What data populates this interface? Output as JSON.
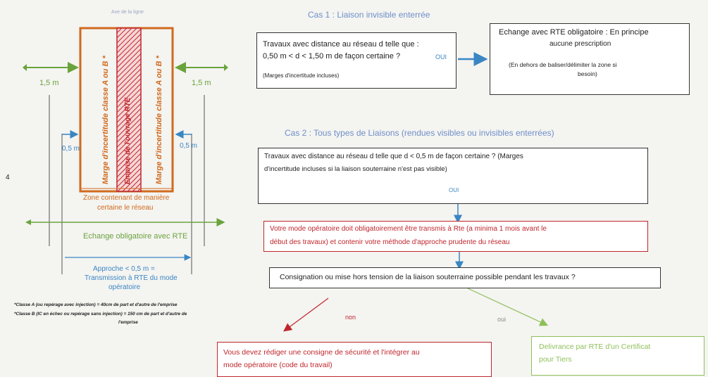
{
  "left_diagram": {
    "top_caption": "Axe de la ligne",
    "dist_1_5_left": "1,5 m",
    "dist_1_5_right": "1,5 m",
    "dist_0_5_left": "0,5 m",
    "dist_0_5_right": "0,5 m",
    "band_left": "Marge d'incertitude classe A ou B *",
    "band_center": "Emprise de l'ouvrage RTE",
    "band_right": "Marge d'incertitude classe A ou B *",
    "zone_label_line1": "Zone contenant de manière",
    "zone_label_line2": "certaine le réseau",
    "echange_label": "Echange obligatoire avec RTE",
    "approche_line1": "Approche < 0,5 m =",
    "approche_line2": "Transmission à RTE du mode",
    "approche_line3": "opératoire",
    "note_a": "*Classe A (ou repérage avec injection) = 40cm de part et d'autre de l'emprise",
    "note_b_line1": "*Classe B (IC en échec ou repérage sans injection) = 150 cm de part et d'autre de",
    "note_b_line2": "l'emprise",
    "side_number": "4"
  },
  "cas1": {
    "title": "Cas 1 : Liaison invisible enterrée",
    "q_line1": "Travaux avec distance au réseau d telle que :",
    "q_line2": "0,50 m < d < 1,50 m de façon certaine ?",
    "q_oui": "OUI",
    "q_line3": "(Marges d'incertitude incluses)",
    "a_line1": "Echange avec RTE obligatoire : En principe",
    "a_line2": "aucune prescription",
    "a_line3": "(En dehors de baliser/délimiter la zone si",
    "a_line4": "besoin)"
  },
  "cas2": {
    "title": "Cas 2 : Tous types de Liaisons (rendues visibles ou invisibles enterrées)",
    "q_line1": "Travaux avec distance au réseau d telle que d < 0,5 m  de façon certaine ? (Marges",
    "q_line2": "d'incertitude incluses si la liaison souterraine n'est pas visible)",
    "q_oui": "OUI",
    "mode_line1": "Votre mode opératoire doit obligatoirement être transmis à Rte (a minima 1 mois avant le",
    "mode_line2": "début des travaux) et contenir votre méthode d'approche prudente du réseau",
    "consign": "Consignation ou mise hors tension de la liaison souterraine  possible pendant les travaux ?",
    "non": "non",
    "oui": "oui",
    "red_line1": "Vous devez rédiger une consigne de sécurité et l'intégrer au",
    "red_line2": "mode opératoire (code du travail)",
    "green_line1": "Delivrance par RTE d'un Certificat",
    "green_line2": "pour Tiers"
  },
  "colors": {
    "orange": "#d06a1e",
    "hatch": "#c0262d",
    "green": "#6aa33c",
    "blue": "#3a86c3",
    "red": "#c0262d"
  }
}
